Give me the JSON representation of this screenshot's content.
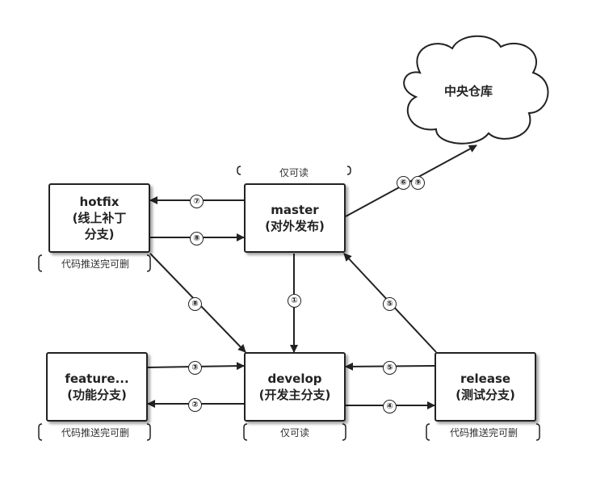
{
  "nodes": {
    "hotfix": {
      "line1": "hotfix",
      "line2": "(线上补丁",
      "line3": "分支)"
    },
    "master": {
      "line1": "master",
      "line2": "(对外发布)"
    },
    "feature": {
      "line1": "feature...",
      "line2": "(功能分支)"
    },
    "develop": {
      "line1": "develop",
      "line2": "(开发主分支)"
    },
    "release": {
      "line1": "release",
      "line2": "(测试分支)"
    },
    "central_repo": {
      "label": "中央仓库"
    }
  },
  "notes": {
    "master_note": "仅可读",
    "develop_note": "仅可读",
    "hotfix_note": "代码推送完可删",
    "feature_note": "代码推送完可删",
    "release_note": "代码推送完可删"
  },
  "steps": {
    "s1": "①",
    "s2": "②",
    "s3": "③",
    "s4": "④",
    "s5a": "⑤",
    "s5b": "⑤",
    "s6": "⑥",
    "s7": "⑦",
    "s8a": "⑧",
    "s8b": "⑧",
    "s9": "⑨"
  }
}
